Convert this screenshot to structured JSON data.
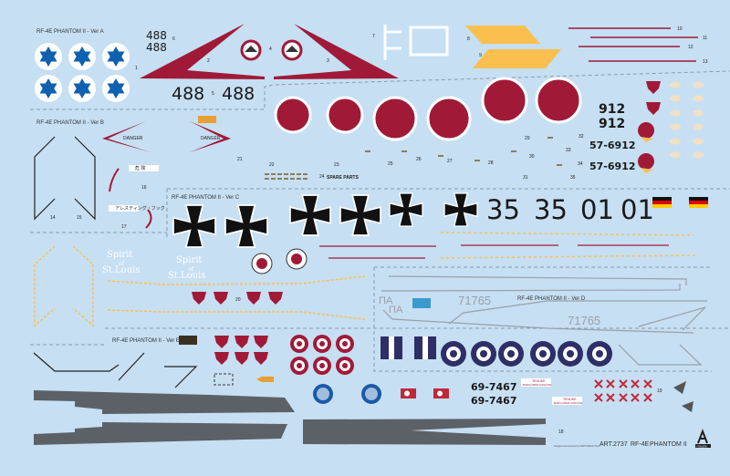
{
  "sheet": {
    "article": "ART.2737",
    "model": "RF-4E",
    "name": "PHANTOM II",
    "brand": "ITALERI",
    "fine_print": "Designed and printed by CARTOGRAF ITALY"
  },
  "versions": {
    "a": "RF-4E PHANTOM II - Ver A",
    "b": "RF-4E PHANTOM II - Ver B",
    "c": "RF-4E PHANTOM II - Ver C",
    "d": "RF-4E PHANTOM II - Ver D",
    "e": "RF-4E PHANTOM II - Ver E"
  },
  "markings": {
    "tail_a": "488",
    "nose_a": "488",
    "jp_code": "912",
    "jp_serial": "57-6912",
    "de_35": "35",
    "de_01": "01",
    "gr_code": "ΠΑ",
    "gr_serial": "71765",
    "tr_serial": "69-7467",
    "spirit_1": "Spirit",
    "spirit_2": "of",
    "spirit_3": "St.Louis",
    "spare_parts": "SPARE PARTS",
    "danger": "DANGER",
    "tehlike_1": "TEHLIKE",
    "tehlike_2": "BURGURMA KANCASI",
    "jp_warning": "危 険",
    "jp_warning_2": "アレスティング・フック"
  },
  "callouts": [
    "1",
    "2",
    "3",
    "4",
    "5",
    "6",
    "7",
    "8",
    "9",
    "10",
    "11",
    "12",
    "13",
    "14",
    "15",
    "16",
    "17",
    "18",
    "19",
    "20",
    "21",
    "22",
    "23",
    "24",
    "25",
    "26",
    "27",
    "28",
    "29",
    "30",
    "31",
    "32",
    "33",
    "34",
    "35"
  ],
  "colors": {
    "background": "#c6dff3",
    "israel_blue": "#1060b0",
    "japan_red": "#a01a38",
    "yellow": "#fbbf4f",
    "greek_navy": "#2e2f66",
    "grey_strip": "#5c6168",
    "turkey_red": "#c0283a"
  }
}
